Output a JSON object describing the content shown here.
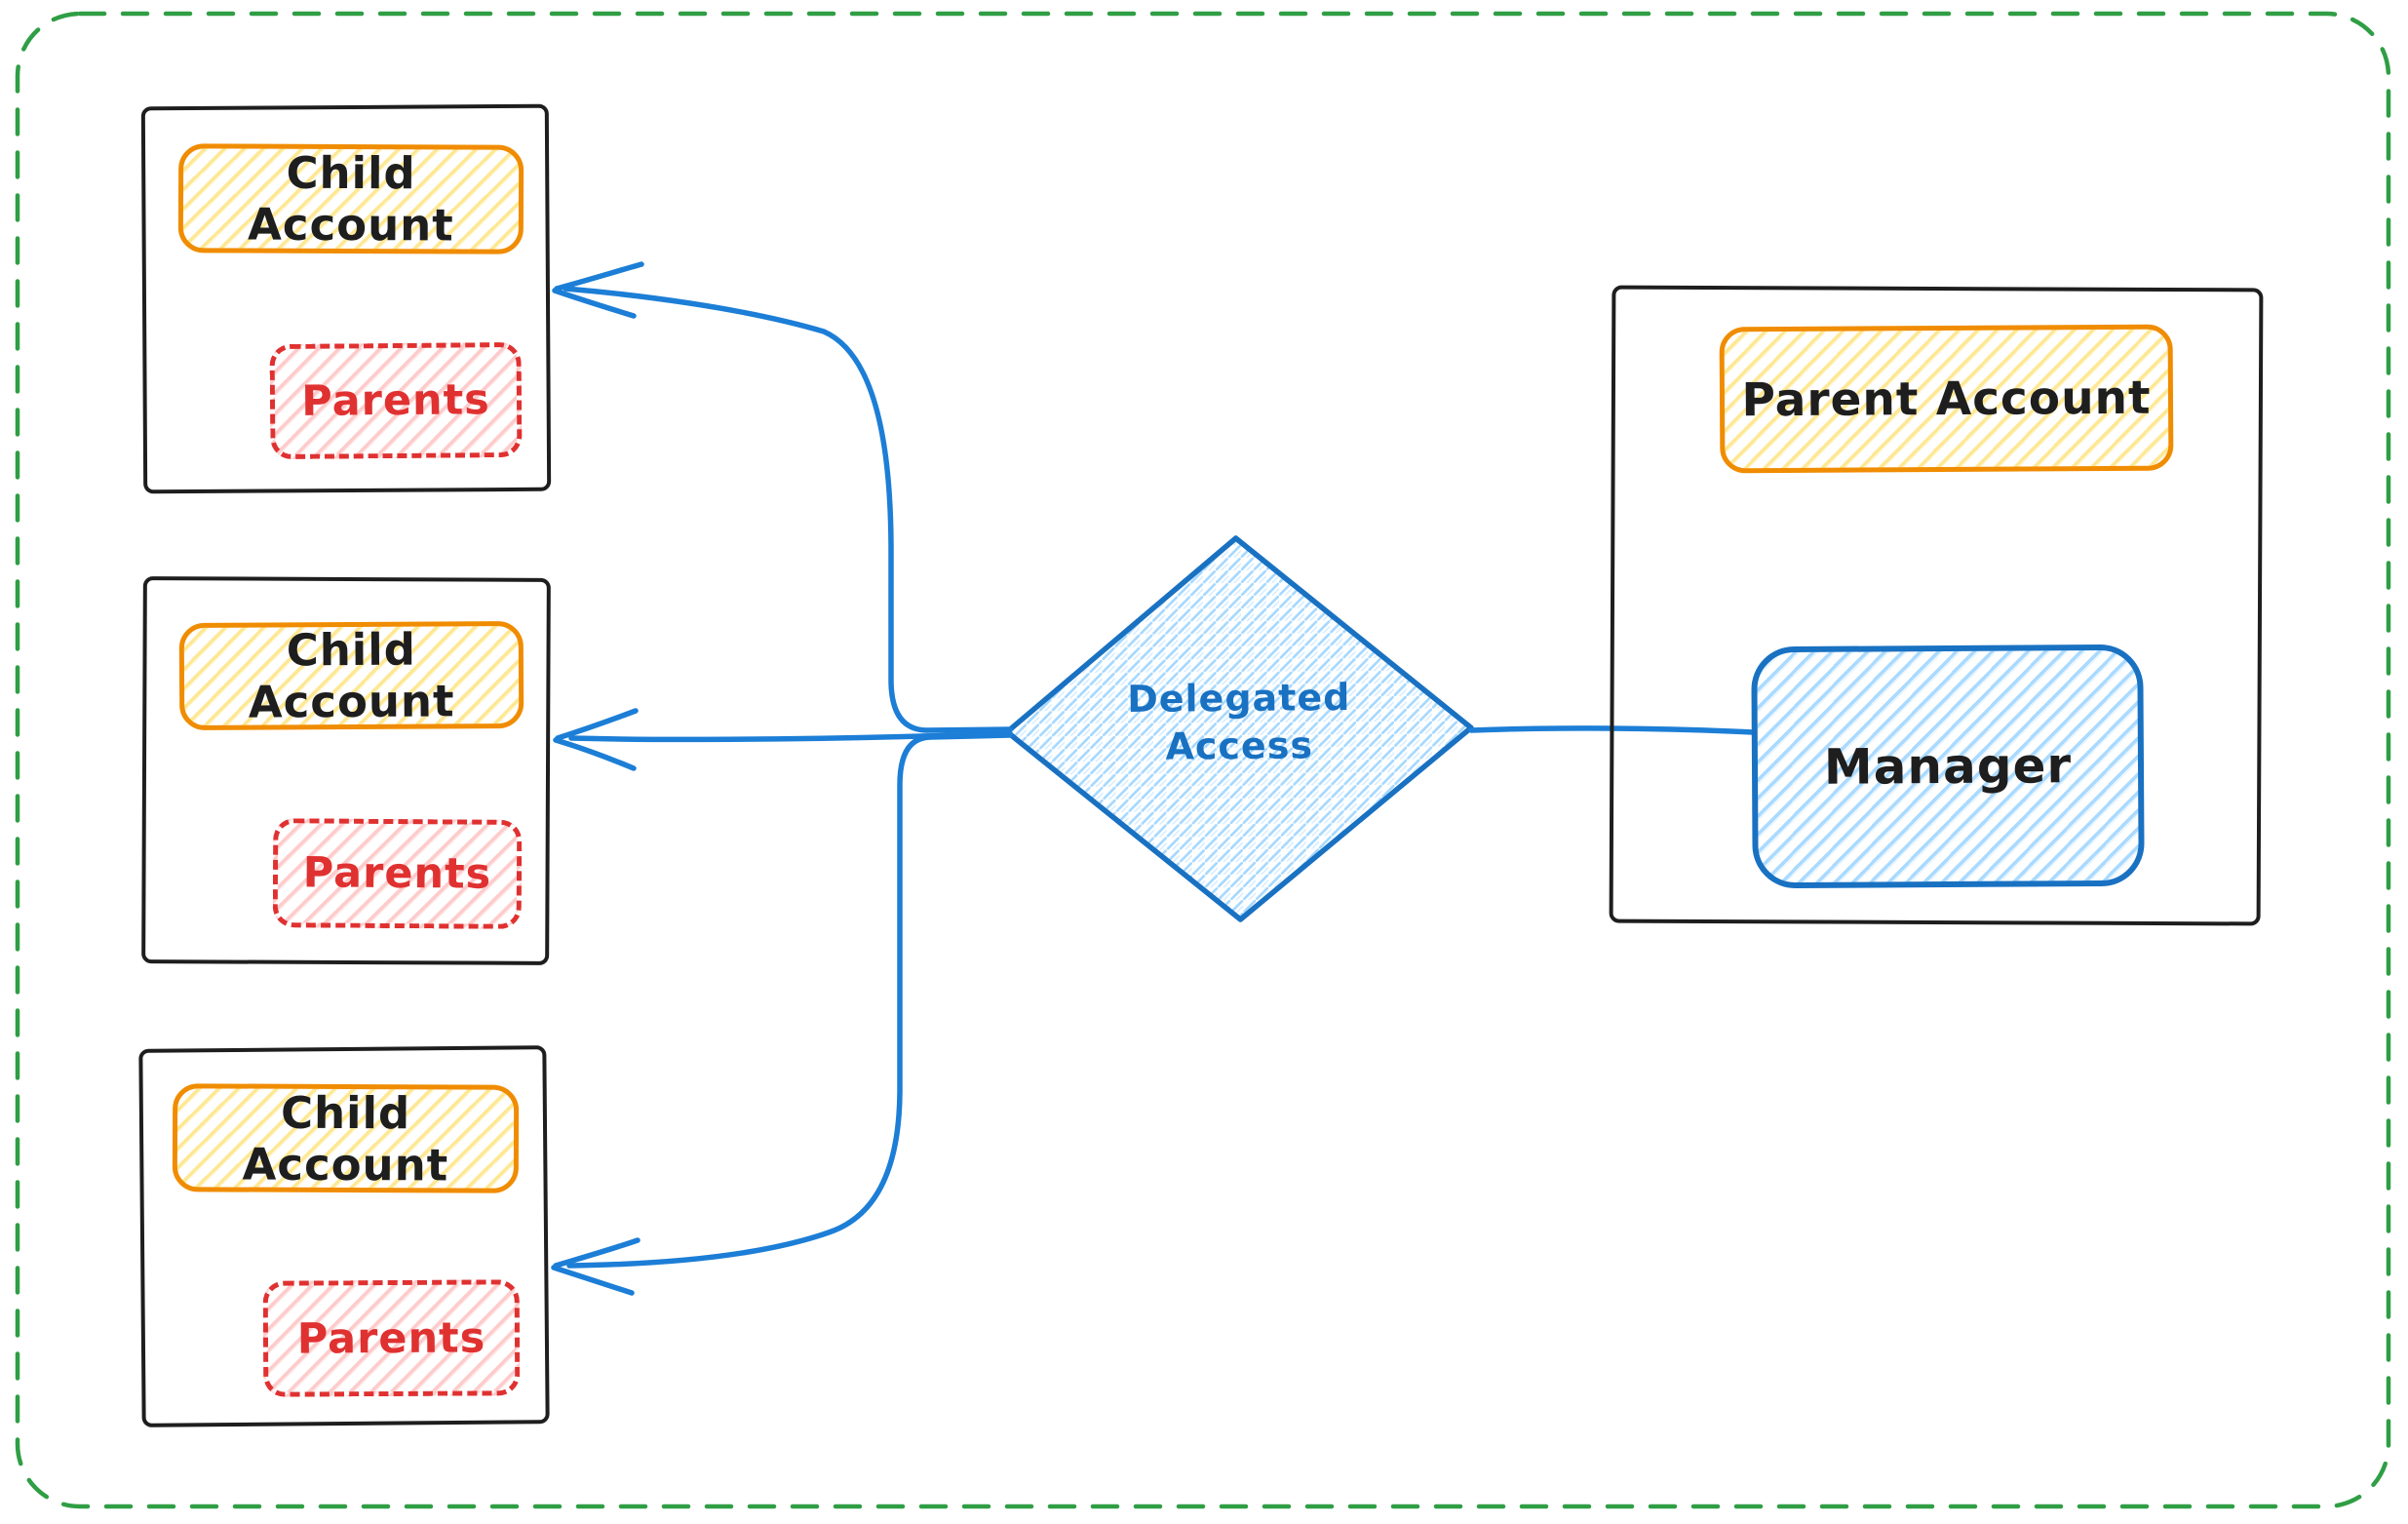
{
  "diagram": {
    "child_accounts": [
      {
        "title": "Child Account",
        "tag": "Parents"
      },
      {
        "title": "Child Account",
        "tag": "Parents"
      },
      {
        "title": "Child Account",
        "tag": "Parents"
      }
    ],
    "parent_account": {
      "title": "Parent Account",
      "manager": "Manager"
    },
    "decision": {
      "line1": "Delegated",
      "line2": "Access"
    }
  },
  "colors": {
    "outline_black": "#1e1e1e",
    "accent_orange": "#f08c00",
    "hatch_yellow": "#ffd43b",
    "accent_red": "#e03131",
    "hatch_pink": "#ffc9c9",
    "accent_blue": "#1971c2",
    "arrow_blue": "#1c7ed6",
    "hatch_blue": "#a5d8ff",
    "border_green": "#2f9e44",
    "background": "#ffffff"
  }
}
